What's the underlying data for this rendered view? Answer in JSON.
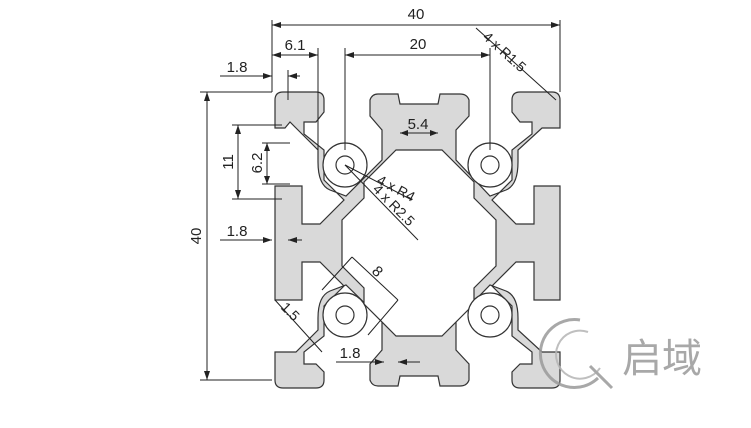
{
  "dimensions": {
    "width_top": "40",
    "inner_span": "20",
    "slot_offset": "6.1",
    "wall_top": "1.8",
    "corner_radius": "4 x R1.5",
    "slot_width": "5.4",
    "slot_height": "11",
    "slot_opening": "6.2",
    "hole_r_outer": "4 x R4",
    "hole_r_inner": "4 x R2.5",
    "wall_mid": "1.8",
    "height_left": "40",
    "core_dia": "8",
    "web_thickness": "1.5",
    "wall_bottom": "1.8"
  },
  "brand": {
    "name": "启域",
    "logo": "q-swirl-logo"
  },
  "colors": {
    "profile_fill": "#d9d9d9",
    "outline": "#333333",
    "brand_gray": "#9a9a9a"
  }
}
